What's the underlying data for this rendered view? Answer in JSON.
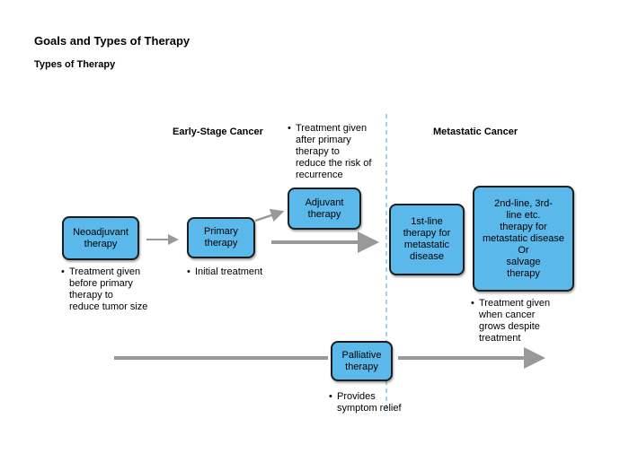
{
  "title": "Goals and Types of Therapy",
  "subtitle": "Types of Therapy",
  "sections": {
    "early": "Early-Stage Cancer",
    "metastatic": "Metastatic Cancer"
  },
  "colors": {
    "box_fill": "#5bb8ea",
    "box_border": "#1d1d1d",
    "arrow": "#999999",
    "divider": "#5bb8ea"
  },
  "boxes": {
    "neoadjuvant": "Neoadjuvant\ntherapy",
    "primary": "Primary\ntherapy",
    "adjuvant": "Adjuvant\ntherapy",
    "first_line": "1st-line\ntherapy for\nmetastatic\ndisease",
    "second_line": "2nd-line, 3rd-\nline etc.\ntherapy for\nmetastatic disease\nOr\nsalvage\ntherapy",
    "palliative": "Palliative\ntherapy"
  },
  "notes": {
    "bullet": "•",
    "adjuvant": "Treatment given\nafter primary\ntherapy to\nreduce the risk of\nrecurrence",
    "neoadjuvant": "Treatment given\n before primary\ntherapy to\nreduce tumor size",
    "primary": "Initial treatment",
    "second_line": "Treatment given\nwhen cancer\ngrows despite\ntreatment",
    "palliative": "Provides\nsymptom relief"
  }
}
